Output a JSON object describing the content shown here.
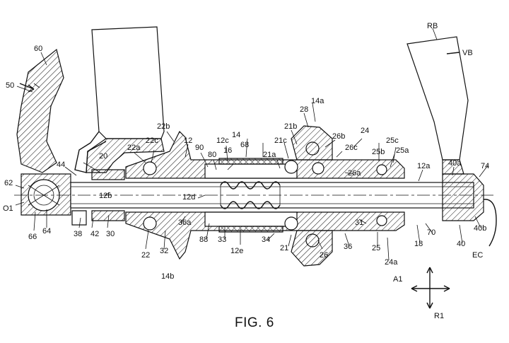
{
  "figure": {
    "caption": "FIG. 6",
    "labels": {
      "l60": "60",
      "l50": "50",
      "l62": "62",
      "lO1": "O1",
      "l66": "66",
      "l64": "64",
      "l44": "44",
      "l20": "20",
      "l38": "38",
      "l42": "42",
      "l30": "30",
      "l12b": "12b",
      "l22": "22",
      "l32": "32",
      "l14b": "14b",
      "l22a": "22a",
      "l22c": "22c",
      "l22b": "22b",
      "l12": "12",
      "l90": "90",
      "l80": "80",
      "l12c": "12c",
      "l16": "16",
      "l14": "14",
      "l68": "68",
      "l21a": "21a",
      "l21c": "21c",
      "l21b": "21b",
      "l28": "28",
      "l14a": "14a",
      "l26b": "26b",
      "l26c": "26c",
      "l24": "24",
      "l25c": "25c",
      "l25b": "25b",
      "l25a": "25a",
      "l26a": "26a",
      "l12a": "12a",
      "l40a": "40a",
      "l74": "74",
      "l12d": "12d",
      "l36a": "36a",
      "l88": "88",
      "l33": "33",
      "l12e": "12e",
      "l34": "34",
      "l21": "21",
      "l26": "26",
      "l36": "36",
      "l31": "31",
      "l25": "25",
      "l24a": "24a",
      "l18": "18",
      "l70": "70",
      "l40": "40",
      "l40b": "40b",
      "lEC": "EC",
      "lRB": "RB",
      "lVB": "VB",
      "lA1": "A1",
      "lR1": "R1"
    }
  }
}
